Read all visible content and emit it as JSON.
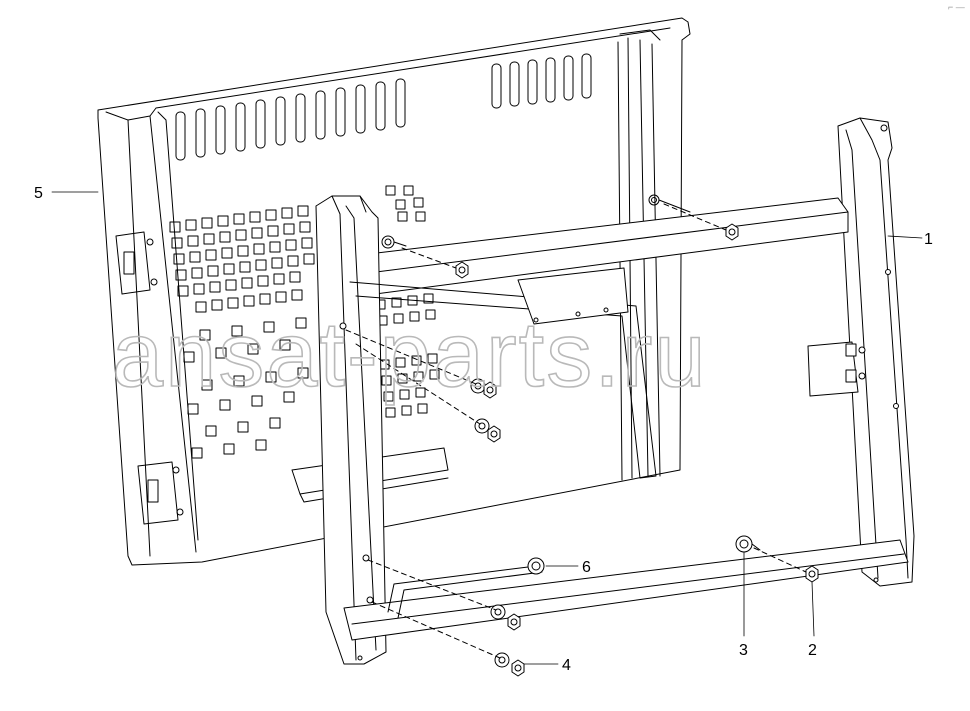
{
  "watermark": "ansat-parts.ru",
  "corner_mark": "⌐ —",
  "callouts": [
    {
      "id": "1",
      "label": "1"
    },
    {
      "id": "2",
      "label": "2"
    },
    {
      "id": "3",
      "label": "3"
    },
    {
      "id": "4",
      "label": "4"
    },
    {
      "id": "5",
      "label": "5"
    },
    {
      "id": "6",
      "label": "6"
    }
  ],
  "colors": {
    "line": "#000000",
    "watermark": "#b9b9b9",
    "background": "#ffffff"
  }
}
